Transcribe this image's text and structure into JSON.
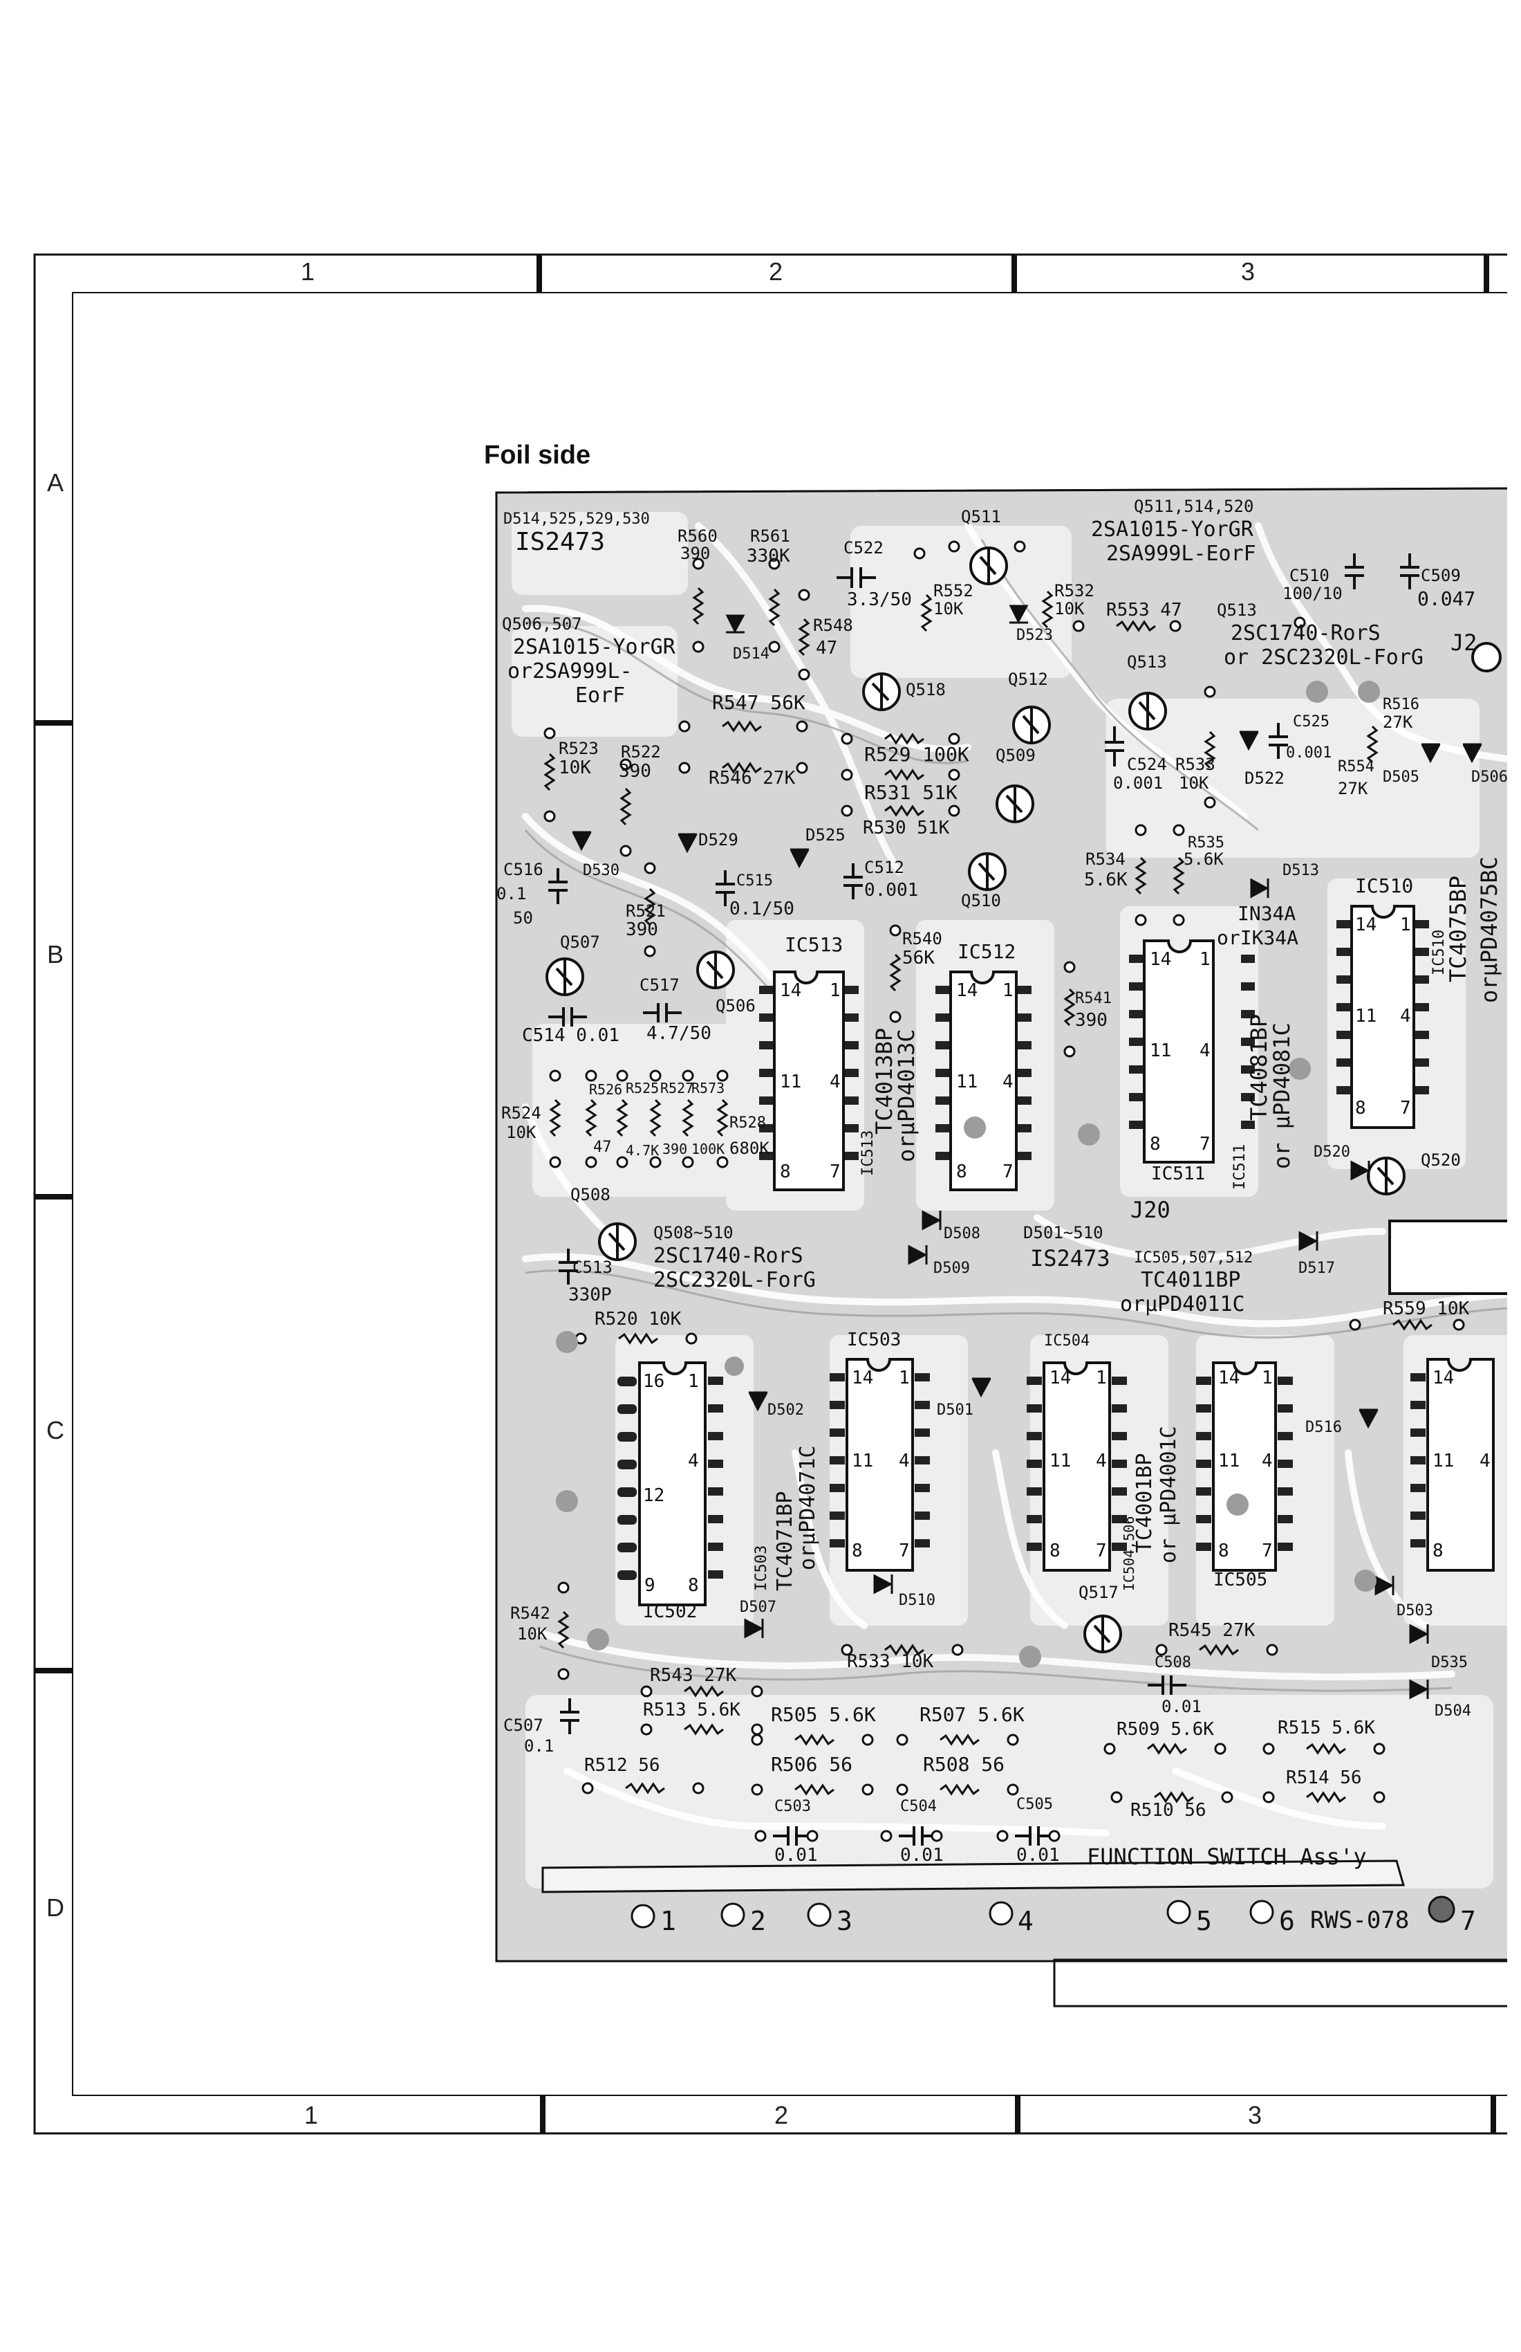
{
  "sheet": {
    "title": "Foil side",
    "columns": [
      "1",
      "2",
      "3"
    ],
    "rows": [
      "A",
      "B",
      "C",
      "D"
    ]
  },
  "board": {
    "assembly": "FUNCTION SWITCH Ass'y",
    "part_number": "RWS-078",
    "connector_pins": [
      "1",
      "2",
      "3",
      "4",
      "5",
      "6",
      "7"
    ]
  },
  "labels": {
    "d514": "D514,525,529,530",
    "d514_type": "IS2473",
    "q506": "Q506,507",
    "q506_type1": "2SA1015-YorGR",
    "q506_type2": "or2SA999L-",
    "q506_type3": "EorF",
    "r560": "R560",
    "r560_v": "390",
    "r561": "R561",
    "r561_v": "330K",
    "c522": "C522",
    "c522_v": "3.3/50",
    "q511": "Q511",
    "q511_hdr": "Q511,514,520",
    "q511_t1": "2SA1015-YorGR",
    "q511_t2": "2SA999L-EorF",
    "r552": "R552",
    "r552_v": "10K",
    "r532": "R532",
    "r532_v": "10K",
    "r553": "R553 47",
    "q513_hdr": "Q513",
    "q513_t1": "2SC1740-RorS",
    "q513_t2": "or 2SC2320L-ForG",
    "c510": "C510",
    "c510_v": "100/10",
    "c509": "C509",
    "c509_v": "0.047",
    "j2": "J2",
    "r548": "R548",
    "r548_v": "47",
    "d514b": "D514",
    "d523": "D523",
    "q518": "Q518",
    "q512": "Q512",
    "q513": "Q513",
    "r547": "R547 56K",
    "r546": "R546 27K",
    "r529": "R529 100K",
    "r531": "R531 51K",
    "r530": "R530 51K",
    "q509": "Q509",
    "q510": "Q510",
    "c524": "C524",
    "c524_v": "0.001",
    "r533": "R533",
    "r533_v": "10K",
    "d522": "D522",
    "c525": "C525",
    "c525_v": "0.001",
    "r516": "R516",
    "r516_v": "27K",
    "r554": "R554",
    "r554_v": "27K",
    "d505": "D505",
    "d506": "D506",
    "r523": "R523",
    "r523_v": "10K",
    "r522": "R522",
    "r522_v": "390",
    "d529": "D529",
    "d530": "D530",
    "d525": "D525",
    "c512": "C512",
    "c512_v": "0.001",
    "r534": "R534",
    "r534_v": "5.6K",
    "r535": "R535",
    "r535_v": "5.6K",
    "d513": "D513",
    "d513_t1": "IN34A",
    "d513_t2": "orIK34A",
    "c516": "C516",
    "c516_v1": "0.1",
    "c516_v2": "50",
    "c515": "C515",
    "c515_v": "0.1/50",
    "r521": "R521",
    "r521_v": "390",
    "r540": "R540",
    "r540_v": "56K",
    "ic513": "IC513",
    "ic512": "IC512",
    "r541": "R541",
    "r541_v": "390",
    "ic510": "IC510",
    "ic510_t": "TC4075BP",
    "ic510_t2": "orμPD4075BC",
    "q507": "Q507",
    "c517": "C517",
    "c517_v": "4.7/50",
    "q506b": "Q506",
    "c514": "C514 0.01",
    "r524": "R524",
    "r524_v": "10K",
    "r526": "R526",
    "r526_v": "47",
    "r525": "R525",
    "r525_v": "4.7K",
    "r527": "R527",
    "r527_v": "390",
    "r573": "R573",
    "r573_v": "100K",
    "r528": "R528",
    "r528_v": "680K",
    "ic513_t": "TC4013BP",
    "ic513_t2": "orμPD4013C",
    "ic511_t": "TC4081BP",
    "ic511_t2": "or μPD4081C",
    "ic511": "IC511",
    "d520": "D520",
    "q520": "Q520",
    "q508": "Q508",
    "q508_hdr": "Q508~510",
    "q508_t1": "2SC1740-RorS",
    "q508_t2": "2SC2320L-ForG",
    "c513": "C513",
    "c513_v": "330P",
    "d508": "D508",
    "d509": "D509",
    "d501_hdr": "D501~510",
    "d501_t": "IS2473",
    "ic505_hdr": "IC505,507,512",
    "ic505_t1": "TC4011BP",
    "ic505_t2": "orμPD4011C",
    "j20": "J20",
    "d517": "D517",
    "r559": "R559 10K",
    "r520": "R520 10K",
    "ic503": "IC503",
    "ic504": "IC504",
    "d502": "D502",
    "d501": "D501",
    "d516": "D516",
    "ic503_t": "TC4071BP",
    "ic503_t2": "orμPD4071C",
    "ic504_t": "TC4001BP",
    "ic504_t2": "or μPD4001C",
    "ic504_hdr": "IC504,506",
    "ic505": "IC505",
    "ic502": "IC502",
    "d507": "D507",
    "d510": "D510",
    "q517": "Q517",
    "r545": "R545 27K",
    "d503": "D503",
    "d535": "D535",
    "d504": "D504",
    "r542": "R542",
    "r542_v": "10K",
    "r533b": "R533 10K",
    "c508": "C508",
    "c508_v": "0.01",
    "r543": "R543 27K",
    "r513": "R513 5.6K",
    "r505": "R505 5.6K",
    "r507": "R507 5.6K",
    "r509": "R509 5.6K",
    "r515": "R515 5.6K",
    "c507": "C507",
    "c507_v": "0.1",
    "r512": "R512 56",
    "r506": "R506 56",
    "r508": "R508 56",
    "r510": "R510 56",
    "r514": "R514 56",
    "c503": "C503",
    "c503_v": "0.01",
    "c504": "C504",
    "c504_v": "0.01",
    "c505": "C505",
    "c505_v": "0.01"
  }
}
